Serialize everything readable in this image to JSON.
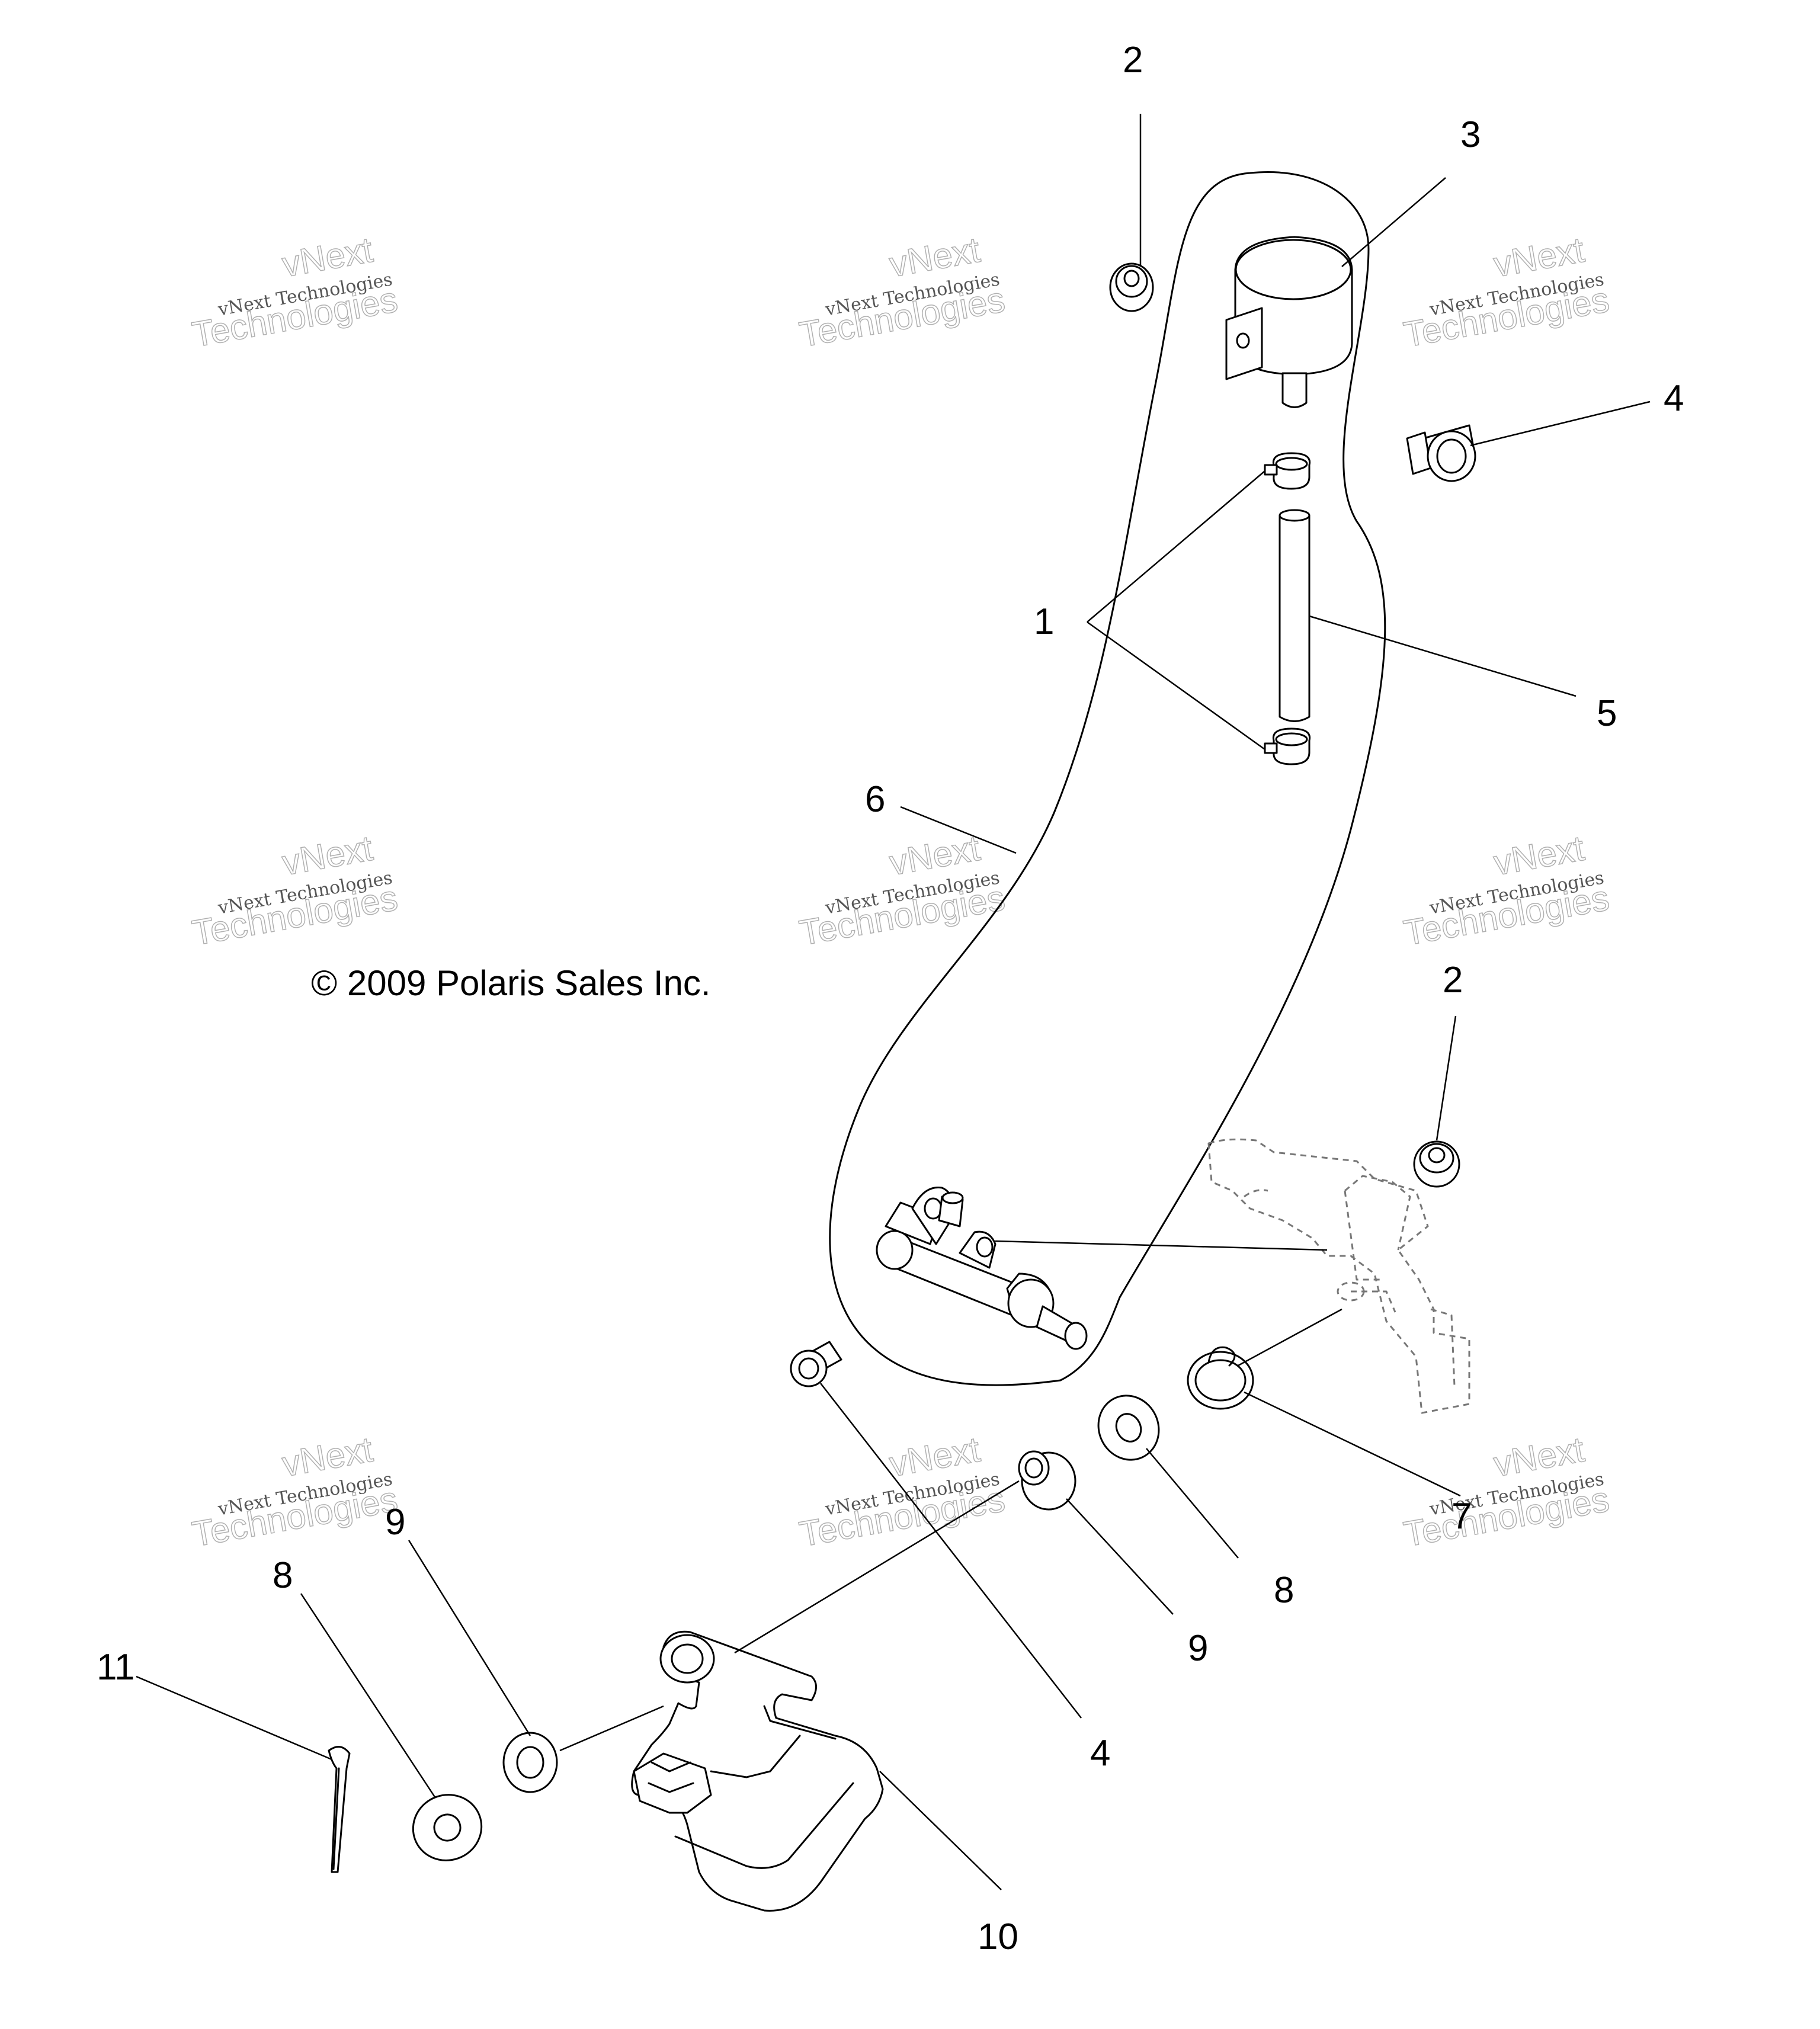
{
  "copyright": "© 2009 Polaris Sales Inc.",
  "watermark": {
    "line1": "vNext Technologies",
    "line2": "vNext",
    "line3": "Technologies"
  },
  "callouts": {
    "c1": "1",
    "c2_top": "2",
    "c2_right": "2",
    "c3": "3",
    "c4_top": "4",
    "c4_bottom": "4",
    "c5": "5",
    "c6": "6",
    "c7": "7",
    "c8_right": "8",
    "c8_left": "8",
    "c9_right": "9",
    "c9_left": "9",
    "c10": "10",
    "c11": "11"
  }
}
